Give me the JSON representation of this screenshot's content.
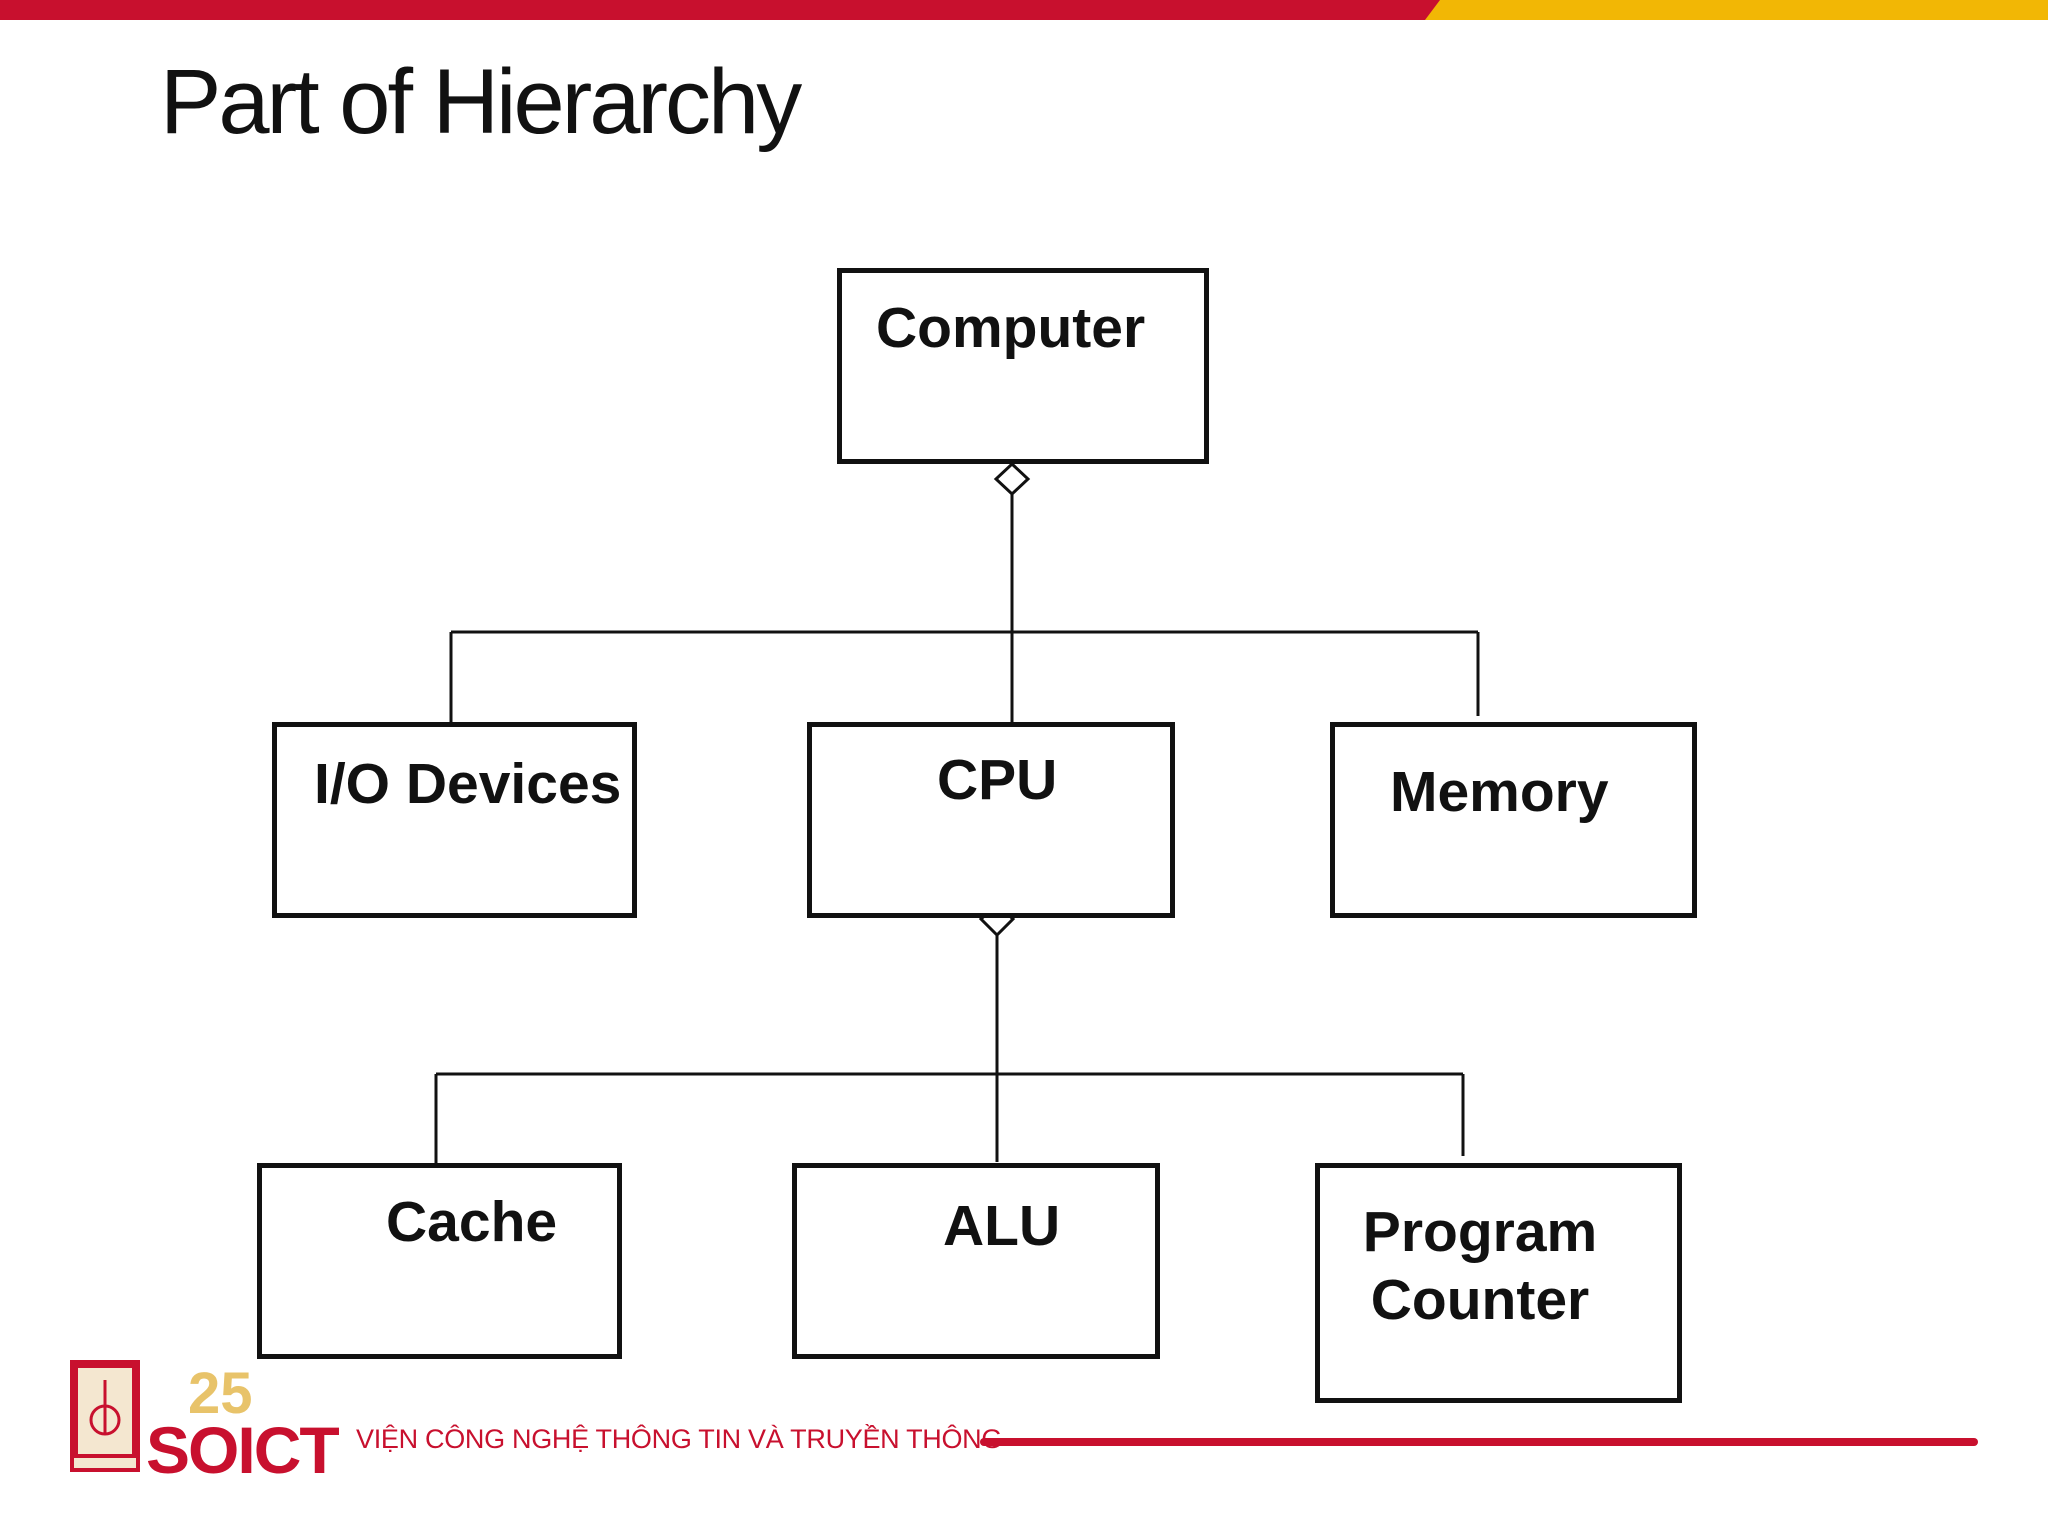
{
  "slide": {
    "title": "Part of Hierarchy",
    "accent_red": "#c8102e",
    "accent_yellow": "#f2b705"
  },
  "diagram": {
    "root": "Computer",
    "level1": [
      "I/O Devices",
      "CPU",
      "Memory"
    ],
    "level2": [
      "Cache",
      "ALU",
      "Program Counter"
    ],
    "relation": "aggregation"
  },
  "footer": {
    "logo_text": "SOICT",
    "logo_badge": "25",
    "institute": "VIỆN CÔNG NGHỆ THÔNG TIN VÀ TRUYỀN THÔNG"
  }
}
